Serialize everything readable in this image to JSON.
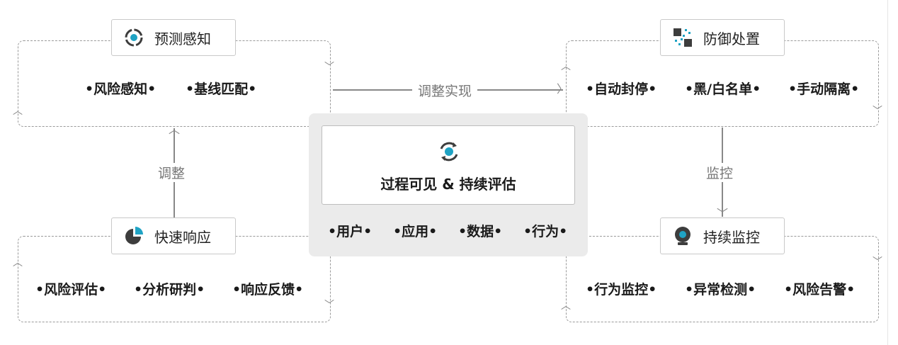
{
  "colors": {
    "accent": "#1fa3c4",
    "dark": "#3d3d3d",
    "panel": "#ebebeb",
    "line": "#888888"
  },
  "modules": {
    "predict": {
      "title": "预测感知",
      "icon": "target-icon",
      "items": [
        "•风险感知•",
        "•基线匹配•"
      ]
    },
    "defense": {
      "title": "防御处置",
      "icon": "isolation-icon",
      "items": [
        "•自动封停•",
        "•黑/白名单•",
        "•手动隔离•"
      ]
    },
    "response": {
      "title": "快速响应",
      "icon": "pie-chart-icon",
      "items": [
        "•风险评估•",
        "•分析研判•",
        "•响应反馈•"
      ]
    },
    "monitor": {
      "title": "持续监控",
      "icon": "webcam-icon",
      "items": [
        "•行为监控•",
        "•异常检测•",
        "•风险告警•"
      ]
    }
  },
  "center": {
    "title": "过程可见 & 持续评估",
    "icon": "cycle-icon",
    "items": [
      "•用户•",
      "•应用•",
      "•数据•",
      "•行为•"
    ]
  },
  "connectors": {
    "top": "调整实现",
    "left": "调整",
    "right": "监控"
  }
}
